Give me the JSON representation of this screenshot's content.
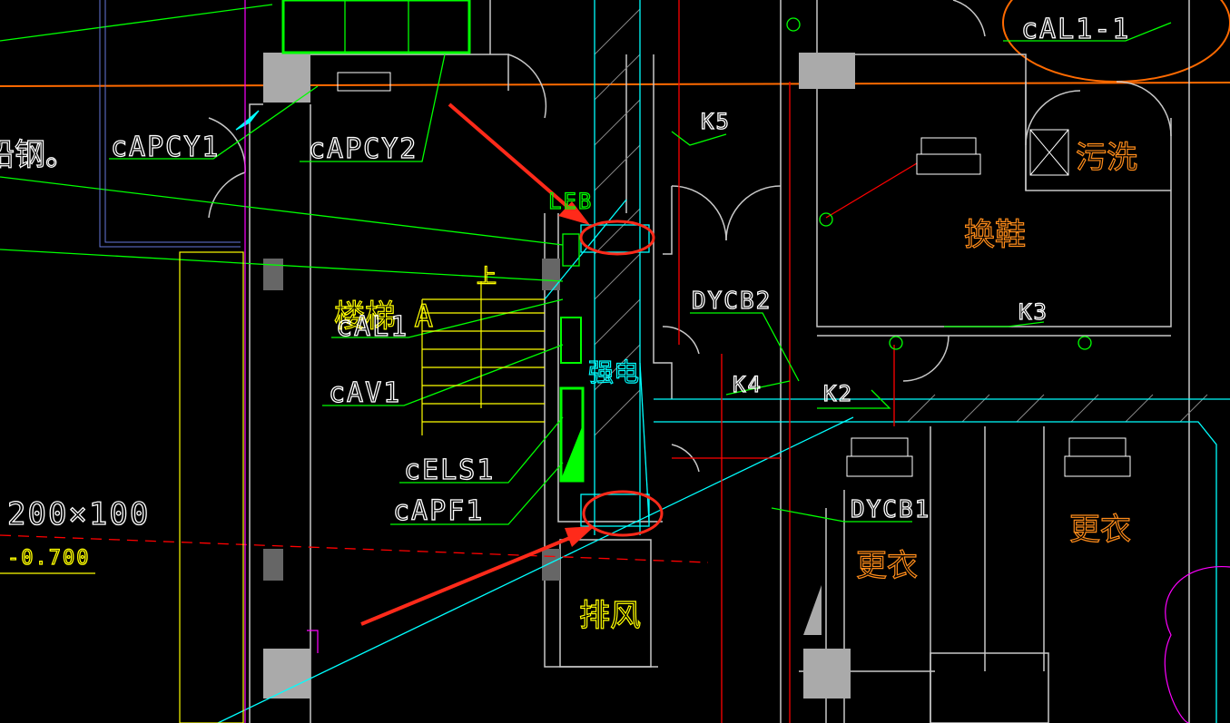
{
  "labels": {
    "cal1_1": "cAL1-1",
    "k5": "K5",
    "wuxi": "污洗",
    "huanxie": "换鞋",
    "k3": "K3",
    "dycb2": "DYCB2",
    "k4": "K4",
    "k2": "K2",
    "dycb1": "DYCB1",
    "gengyi_1": "更衣",
    "gengyi_2": "更衣",
    "paifeng": "排风",
    "qiangdian": "强电",
    "louti": "楼梯 A",
    "cal1": "cAL1",
    "cav1": "cAV1",
    "cels1": "cELS1",
    "capf1": "cAPF1",
    "capcy1": "cAPCY1",
    "capcy2": "cAPCY2",
    "note_partial": "铅钢。",
    "duct_size": "200×100",
    "elevation": "-0.700",
    "up": "上",
    "leb": "LEB"
  },
  "colors": {
    "background": "#000000",
    "wall": "#c8c8c8",
    "green": "#00ff00",
    "cyan": "#00ffff",
    "red": "#ff0000",
    "orange": "#ff6a00",
    "yellow": "#ffff00",
    "magenta": "#ff00ff",
    "annotation": "#ff2a1a"
  }
}
